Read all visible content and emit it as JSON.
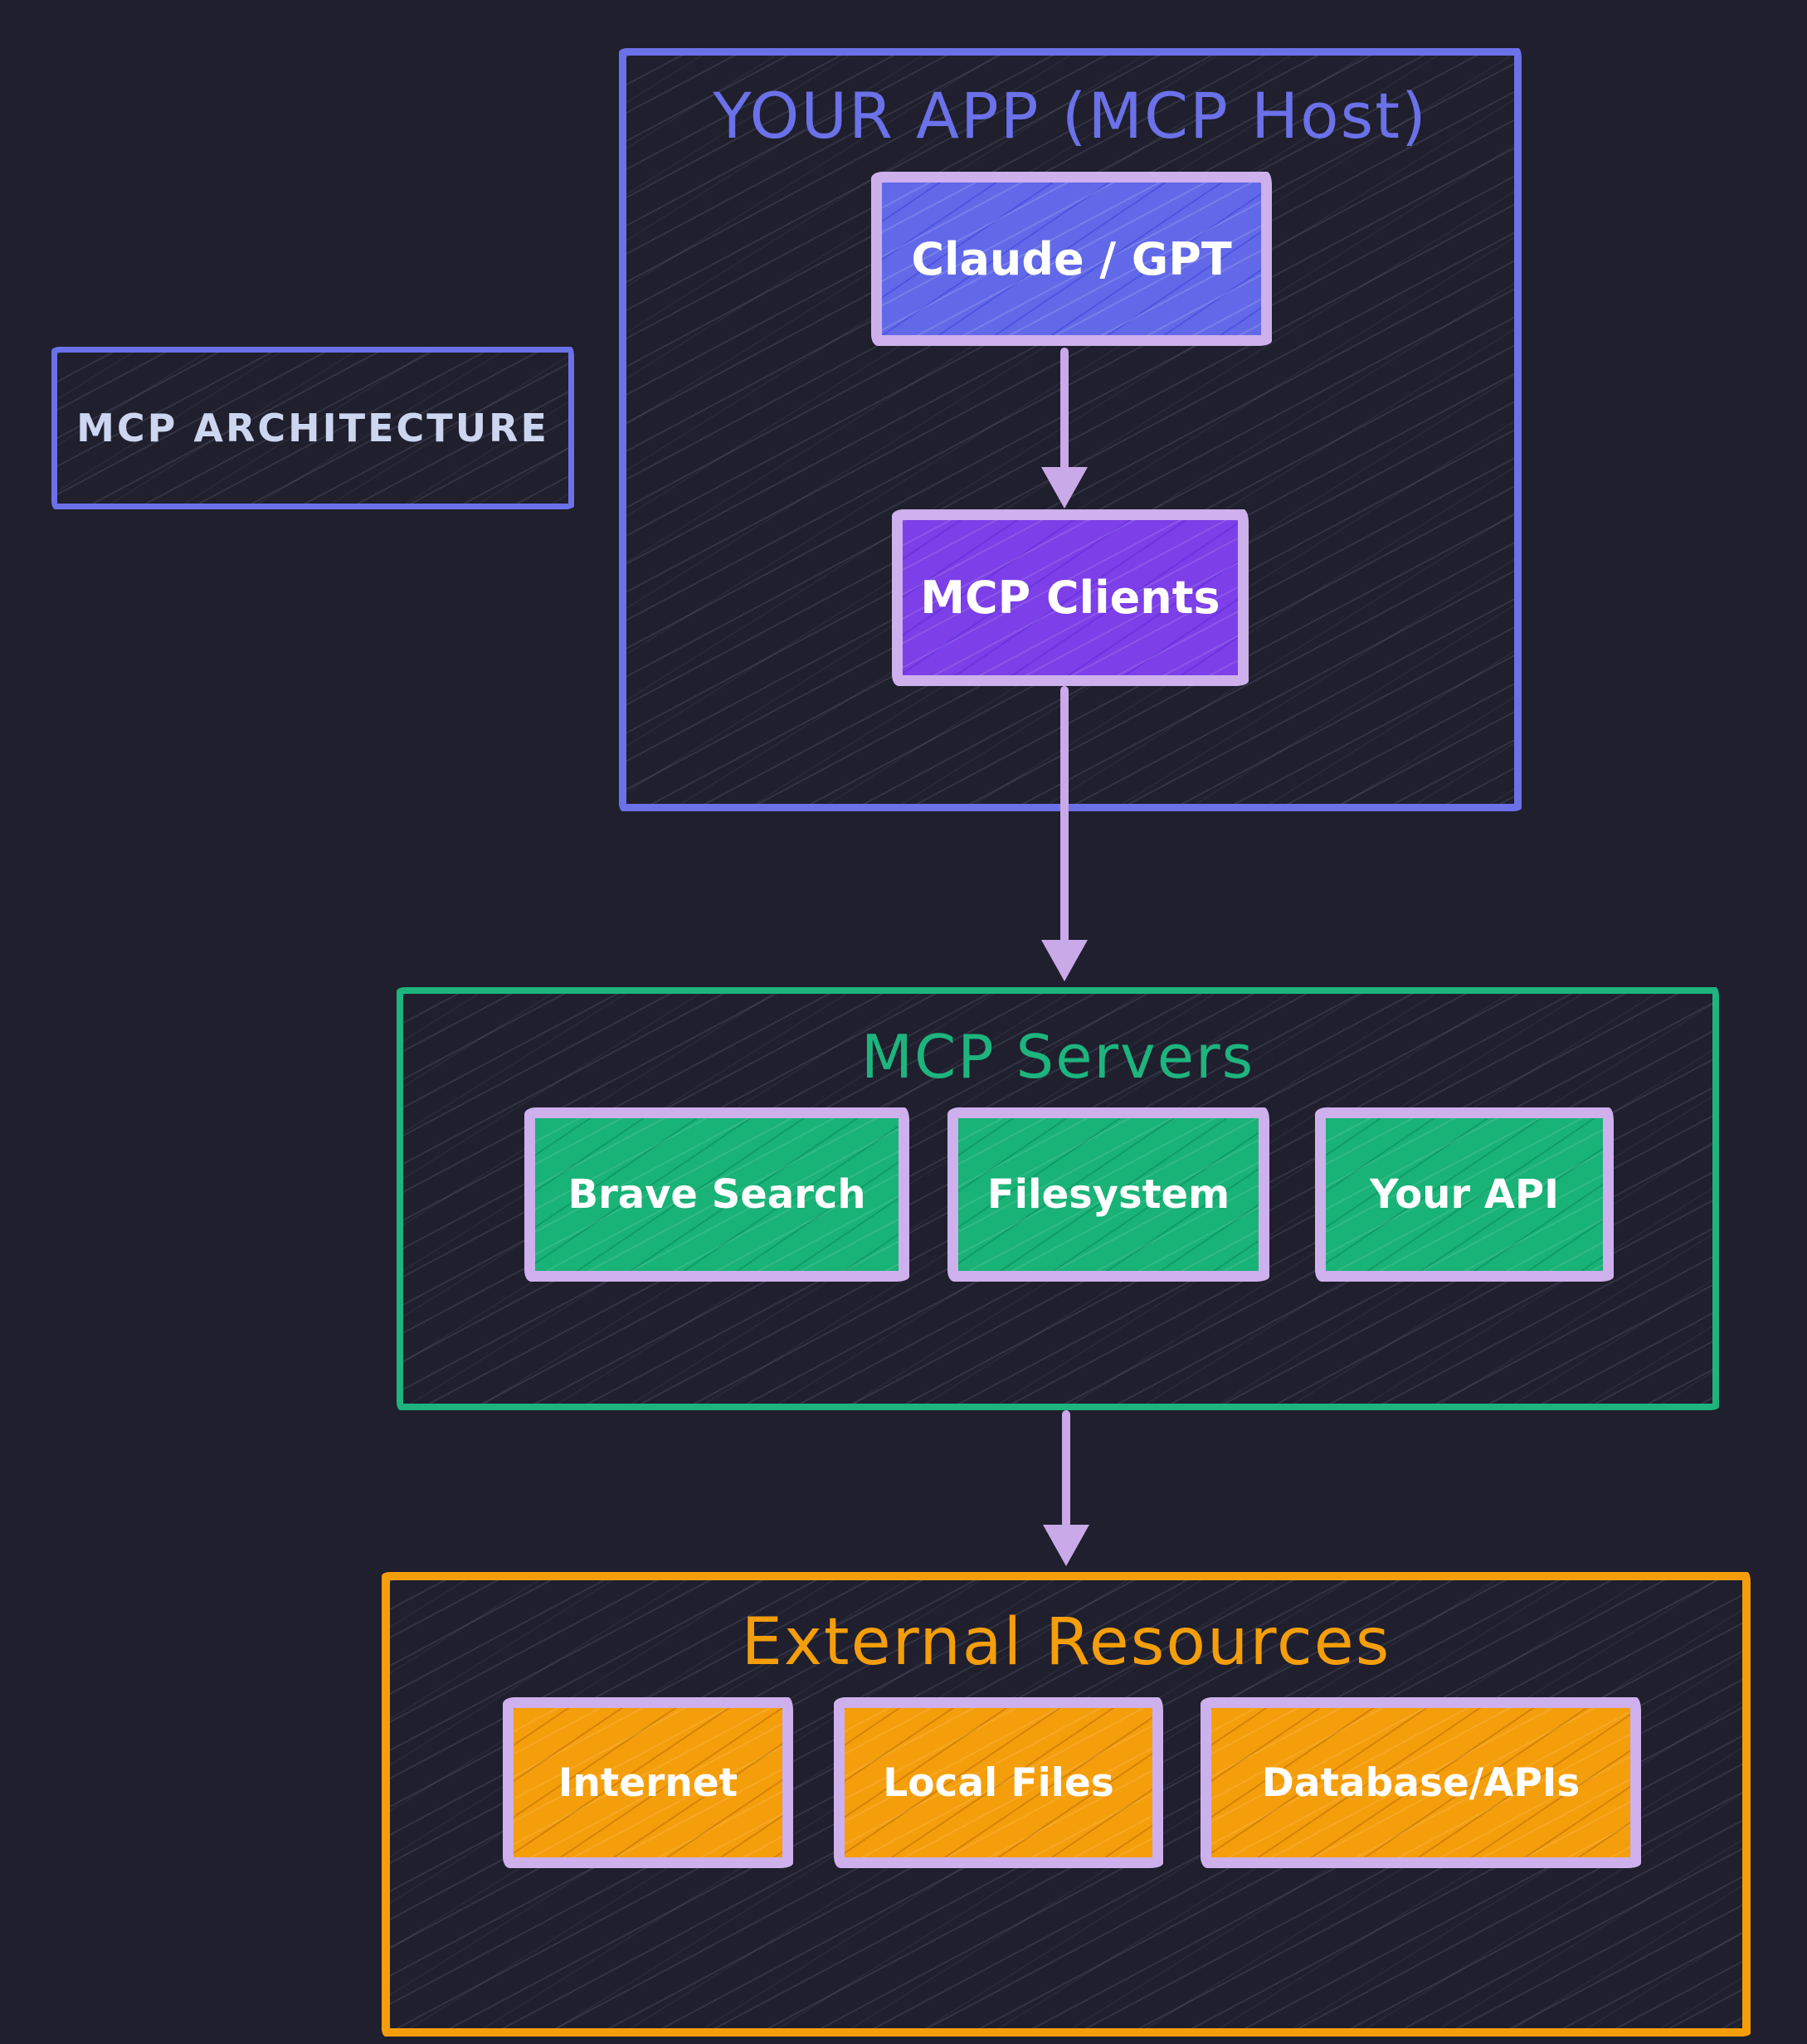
{
  "diagram": {
    "label_box": {
      "text": "MCP ARCHITECTURE"
    },
    "host": {
      "title": "YOUR APP (MCP Host)",
      "model_node": {
        "label": "Claude / GPT"
      },
      "clients_node": {
        "label": "MCP Clients"
      }
    },
    "servers": {
      "title": "MCP Servers",
      "items": [
        "Brave Search",
        "Filesystem",
        "Your API"
      ]
    },
    "resources": {
      "title": "External Resources",
      "items": [
        "Internet",
        "Local Files",
        "Database/APIs"
      ]
    },
    "colors": {
      "bg": "#1f1f2d",
      "blue": "#6b71e8",
      "lavender": "#cdb0ec",
      "arrow": "#c9a9e8",
      "green": "#1db47e",
      "green-fill": "#19b277",
      "orange": "#f59e0b",
      "claude-fill": "#6269e8",
      "clients-fill": "#7c3fe8",
      "label-text": "#ccd6f0",
      "node-text": "#ffffff"
    }
  }
}
